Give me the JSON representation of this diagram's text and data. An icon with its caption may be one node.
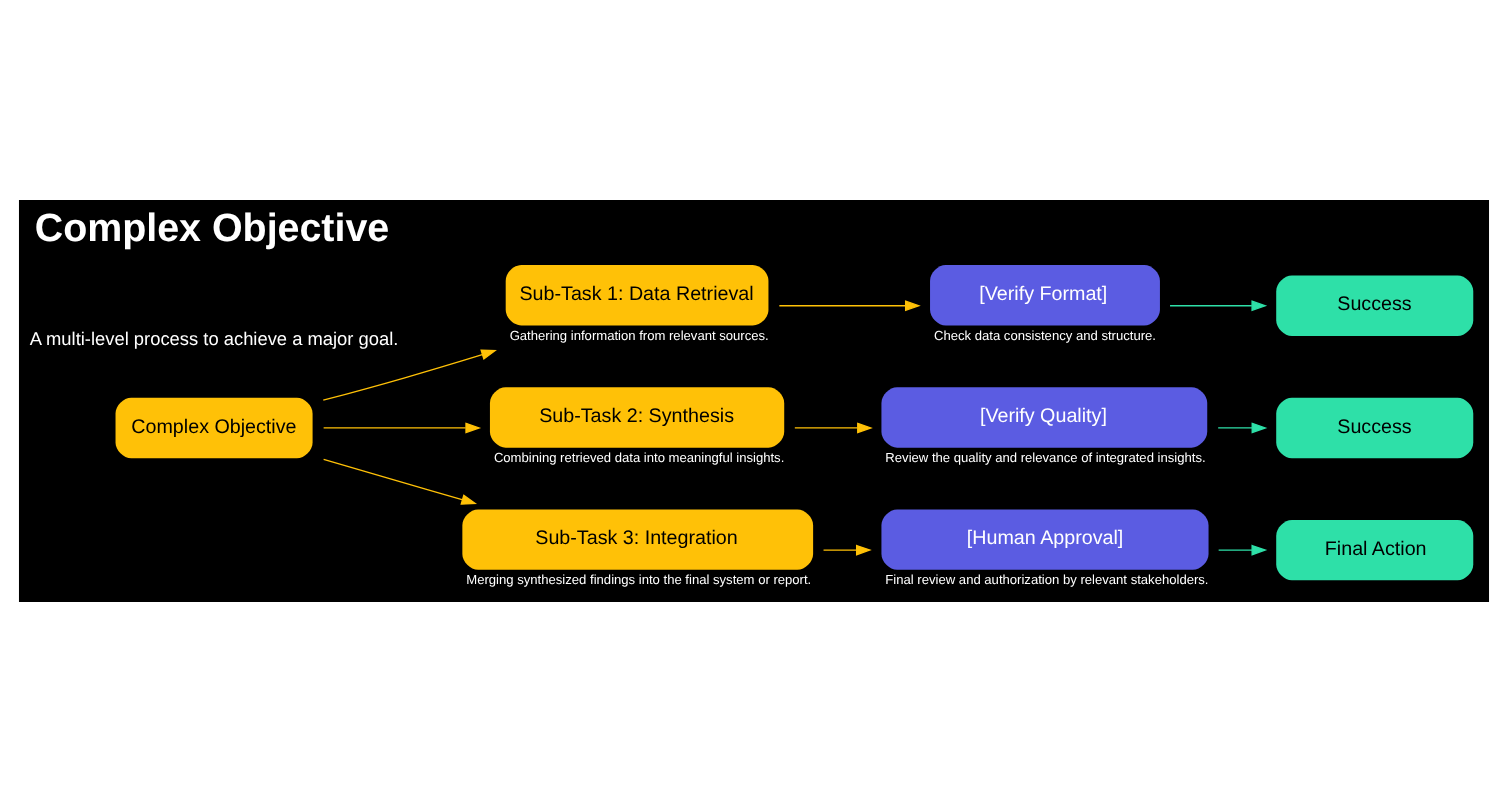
{
  "diagram": {
    "title": "Complex Objective",
    "nodes": [
      {
        "text": [
          "Complex Objective"
        ]
      },
      {
        "text": [
          "Sub-Task 1: Data Retrieval"
        ],
        "beside": [
          "Gathering information from relevant sources."
        ]
      },
      {
        "text": [
          "[Verify Format]"
        ],
        "beside": [
          "Check data consistency and structure."
        ]
      },
      {
        "text": [
          "Success"
        ]
      },
      {
        "text": [
          "Sub-Task 2: Synthesis"
        ],
        "beside": [
          "Combining retrieved data into meaningful insights."
        ]
      },
      {
        "text": [
          "[Verify Quality]"
        ],
        "beside": [
          "Review the quality and relevance of integrated insights."
        ]
      },
      {
        "text": [
          "Success"
        ]
      },
      {
        "text": [
          "Sub-Task 3: Integration"
        ],
        "beside": [
          "Merging synthesized findings into the final system or report."
        ]
      },
      {
        "text": [
          "[Human Approval]"
        ],
        "beside": [
          "Final review and authorization by relevant stakeholders."
        ]
      },
      {
        "text": [
          "Final Action"
        ]
      }
    ],
    "edges": [
      {
        "from": 0,
        "to": 1,
        "arrow": "to"
      },
      {
        "from": 0,
        "to": 4,
        "arrow": "to"
      },
      {
        "from": 0,
        "to": 7,
        "arrow": "to"
      },
      {
        "from": 1,
        "to": 2,
        "arrow": "to"
      },
      {
        "from": 2,
        "to": 3,
        "arrow": "to",
        "color": "#2ee0a8"
      },
      {
        "from": 4,
        "to": 5,
        "arrow": "to"
      },
      {
        "from": 5,
        "to": 6,
        "arrow": "to",
        "color": "#2ee0a8"
      },
      {
        "from": 7,
        "to": 8,
        "arrow": "to"
      },
      {
        "from": 8,
        "to": 9,
        "arrow": "to",
        "color": "#2ee0a8"
      }
    ],
    "labels": [
      "A multi-level process to achieve a major goal."
    ]
  }
}
